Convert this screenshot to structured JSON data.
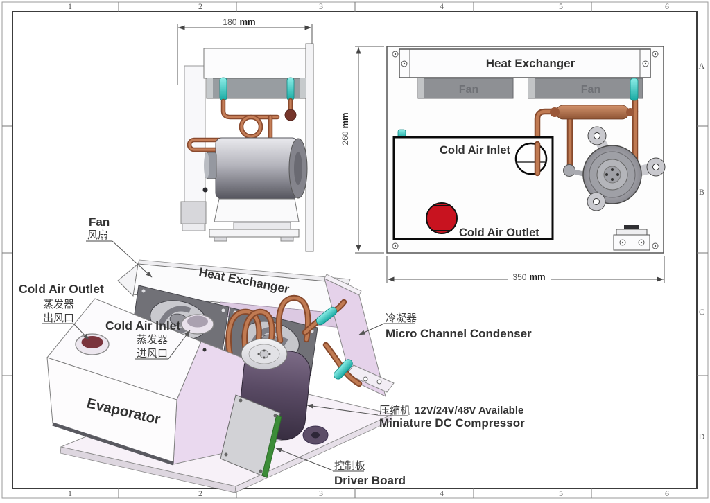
{
  "frame": {
    "columns": [
      "1",
      "2",
      "3",
      "4",
      "5",
      "6"
    ],
    "rows": [
      "A",
      "B",
      "C",
      "D"
    ]
  },
  "side_view": {
    "width_dim": {
      "value": "180",
      "unit": "mm"
    }
  },
  "top_view": {
    "heat_exchanger_label": "Heat Exchanger",
    "fan_left_label": "Fan",
    "fan_right_label": "Fan",
    "cold_air_inlet_label": "Cold Air Inlet",
    "cold_air_outlet_label": "Cold Air Outlet",
    "height_dim": {
      "value": "260",
      "unit": "mm"
    },
    "width_dim": {
      "value": "350",
      "unit": "mm"
    }
  },
  "iso_view": {
    "fan": {
      "en": "Fan",
      "zh": "风扇"
    },
    "heat_exchanger": {
      "en": "Heat Exchanger"
    },
    "cold_air_outlet": {
      "en": "Cold Air Outlet",
      "zh_line1": "蒸发器",
      "zh_line2": "出风口"
    },
    "cold_air_inlet": {
      "en": "Cold Air Inlet",
      "zh_line1": "蒸发器",
      "zh_line2": "进风口"
    },
    "evaporator": {
      "en": "Evaporator"
    },
    "condenser": {
      "zh": "冷凝器",
      "en": "Micro Channel Condenser"
    },
    "compressor": {
      "zh": "压缩机",
      "en_line1": "12V/24V/48V Available",
      "en_line2": "Miniature DC Compressor"
    },
    "driver_board": {
      "zh": "控制板",
      "en": "Driver Board"
    }
  },
  "colors": {
    "copper": "#b06a48",
    "teal": "#2fc7c0",
    "outlet_red": "#c8131f",
    "condenser_lavender": "#e5d2ea",
    "fan_gray": "#8e9094"
  }
}
